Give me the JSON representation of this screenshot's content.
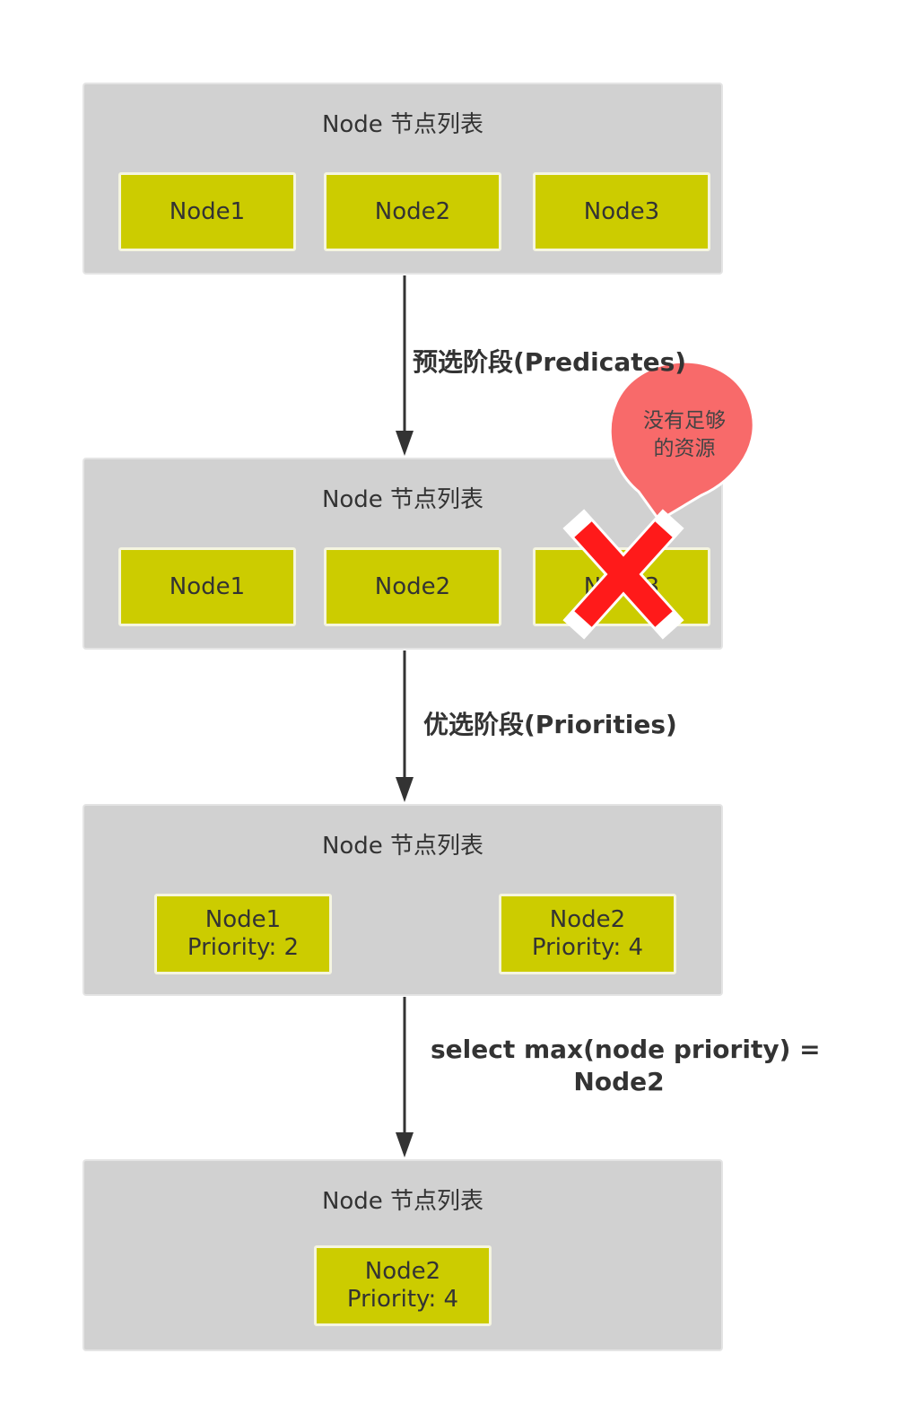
{
  "panels": [
    {
      "title": "Node 节点列表",
      "nodes": [
        "Node1",
        "Node2",
        "Node3"
      ]
    },
    {
      "title": "Node 节点列表",
      "nodes": [
        "Node1",
        "Node2",
        "Node3"
      ]
    },
    {
      "title": "Node 节点列表",
      "nodes": [
        {
          "name": "Node1",
          "priority": "Priority: 2"
        },
        {
          "name": "Node2",
          "priority": "Priority: 4"
        }
      ]
    },
    {
      "title": "Node 节点列表",
      "nodes": [
        {
          "name": "Node2",
          "priority": "Priority: 4"
        }
      ]
    }
  ],
  "edges": {
    "predicates": "预选阶段(Predicates)",
    "priorities": "优选阶段(Priorities)",
    "select_line1": "select max(node priority) =",
    "select_line2": "Node2"
  },
  "callout": {
    "line1": "没有足够",
    "line2": "的资源"
  },
  "colors": {
    "node_fill": "#cccc00",
    "panel_fill": "#d1d1d1",
    "callout_fill": "#f86a6a",
    "cross": "#ff1a1a"
  },
  "icons": {
    "rejected": "red-x-cross-icon"
  }
}
